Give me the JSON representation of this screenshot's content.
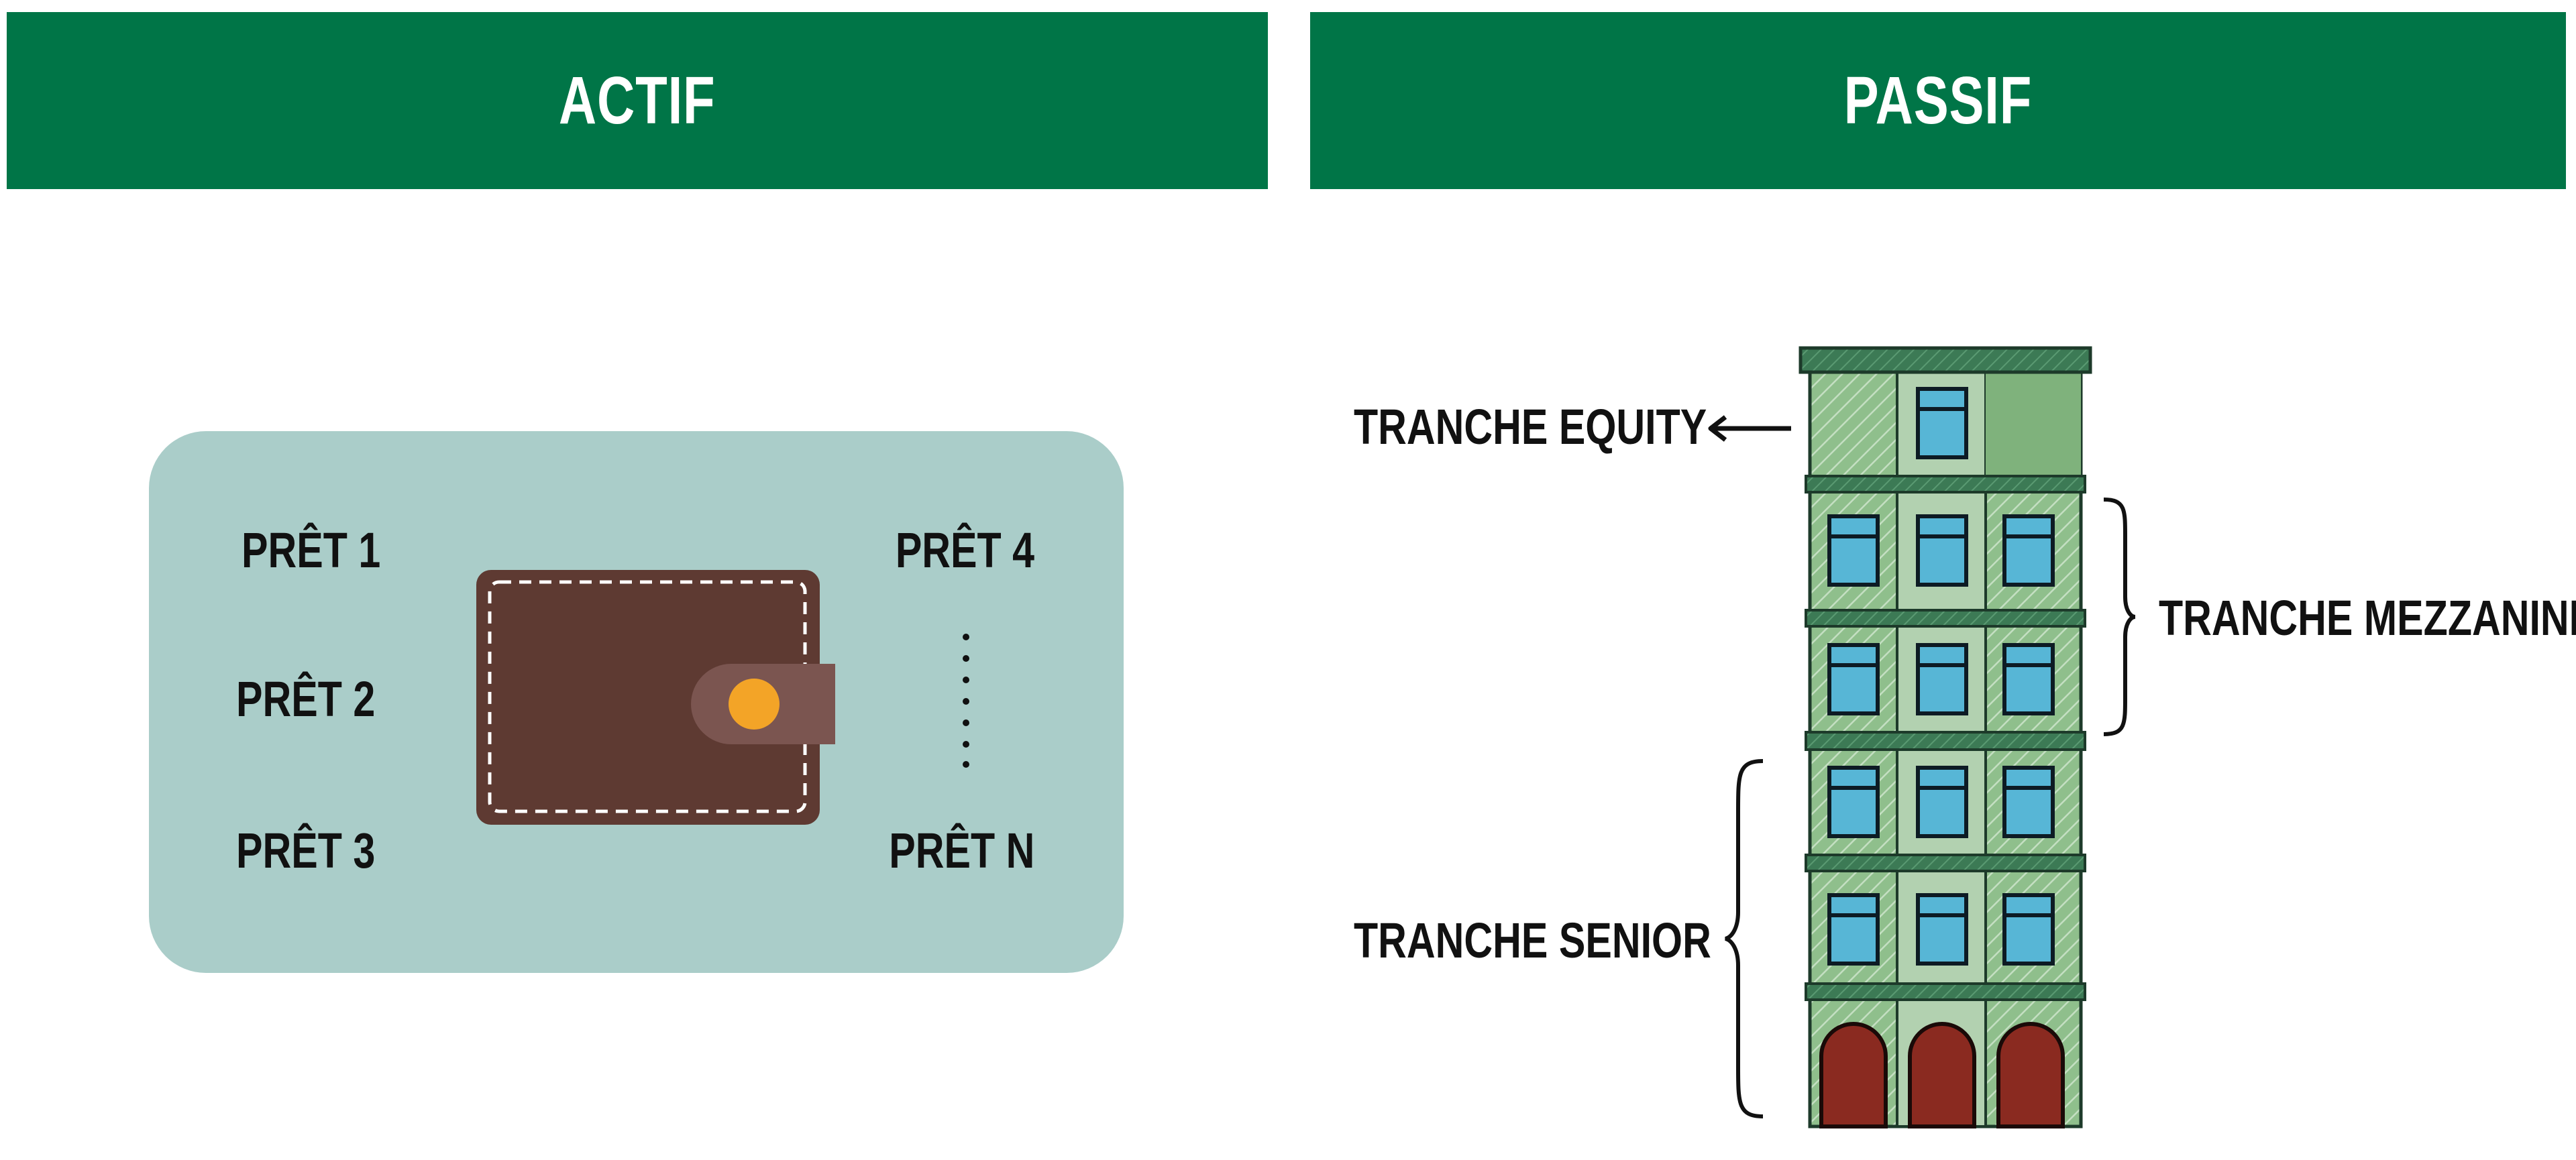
{
  "headers": {
    "left": "ACTIF",
    "right": "PASSIF"
  },
  "assets": {
    "loans": [
      "PRÊT 1",
      "PRÊT 2",
      "PRÊT 3",
      "PRÊT 4",
      "PRÊT N"
    ]
  },
  "liabilities": {
    "equity": "TRANCHE EQUITY",
    "mezzanine": "TRANCHE MEZZANINE",
    "senior": "TRANCHE SENIOR"
  },
  "colors": {
    "header": "#007547",
    "panel": "#aacdc9",
    "wallet": "#5e3a32",
    "wallet_clasp": "#7b5550",
    "wallet_button": "#f3a427",
    "building": "#8fbf8c",
    "building_light": "#b2d1b0",
    "building_dark": "#2f5d44",
    "window": "#57b6d6",
    "door": "#8a2a20"
  },
  "icons": {
    "wallet": "wallet-icon",
    "building": "building-icon",
    "arrow": "arrow-left-icon"
  }
}
